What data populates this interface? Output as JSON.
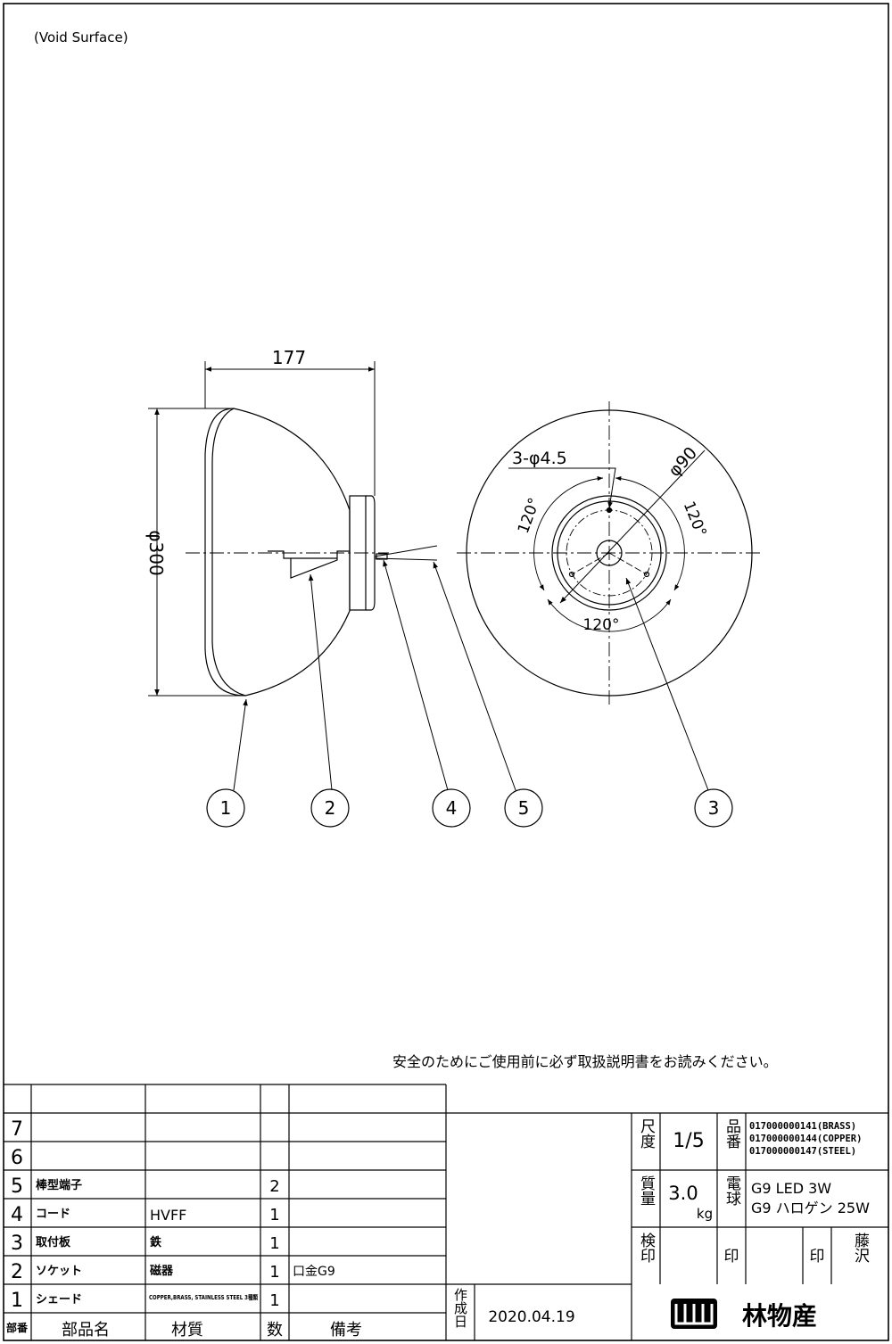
{
  "header_note": "(Void Surface)",
  "side_view": {
    "width_dim": "177",
    "diameter_dim": "φ300"
  },
  "top_view": {
    "holes_label": "3-φ4.5",
    "diameter_label": "φ90",
    "angle_left": "120°",
    "angle_right": "120°",
    "angle_bottom": "120°"
  },
  "callouts": [
    "1",
    "2",
    "4",
    "5",
    "3"
  ],
  "safety_note": "安全のためにご使用前に必ず取扱説明書をお読みください。",
  "parts_header": {
    "no": "部番",
    "name": "部品名",
    "material": "材質",
    "qty": "数",
    "remarks": "備考"
  },
  "parts": [
    {
      "no": "7",
      "name": "",
      "material": "",
      "qty": "",
      "remarks": ""
    },
    {
      "no": "6",
      "name": "",
      "material": "",
      "qty": "",
      "remarks": ""
    },
    {
      "no": "5",
      "name": "棒型端子",
      "material": "",
      "qty": "2",
      "remarks": ""
    },
    {
      "no": "4",
      "name": "コード",
      "material": "HVFF",
      "qty": "1",
      "remarks": ""
    },
    {
      "no": "3",
      "name": "取付板",
      "material": "鉄",
      "qty": "1",
      "remarks": ""
    },
    {
      "no": "2",
      "name": "ソケット",
      "material": "磁器",
      "qty": "1",
      "remarks": "口金G9"
    },
    {
      "no": "1",
      "name": "シェード",
      "material": "COPPER,BRASS, STAINLESS STEEL 3種類",
      "qty": "1",
      "remarks": ""
    }
  ],
  "title_block": {
    "scale_label": "尺度",
    "scale_value": "1/5",
    "part_no_label": "品番",
    "part_numbers": [
      "017000000141(BRASS)",
      "017000000144(COPPER)",
      "017000000147(STEEL)"
    ],
    "mass_label": "質量",
    "mass_value": "3.0",
    "mass_unit": "kg",
    "bulb_label": "電球",
    "bulbs": [
      "G9 LED 3W",
      "G9 ハロゲン 25W"
    ],
    "inspect_label": "検印",
    "stamp_label_1": "印",
    "stamp_label_2": "印",
    "approver": "藤沢",
    "created_label": "作成日",
    "created_date": "2020.04.19",
    "company": "林物産"
  }
}
